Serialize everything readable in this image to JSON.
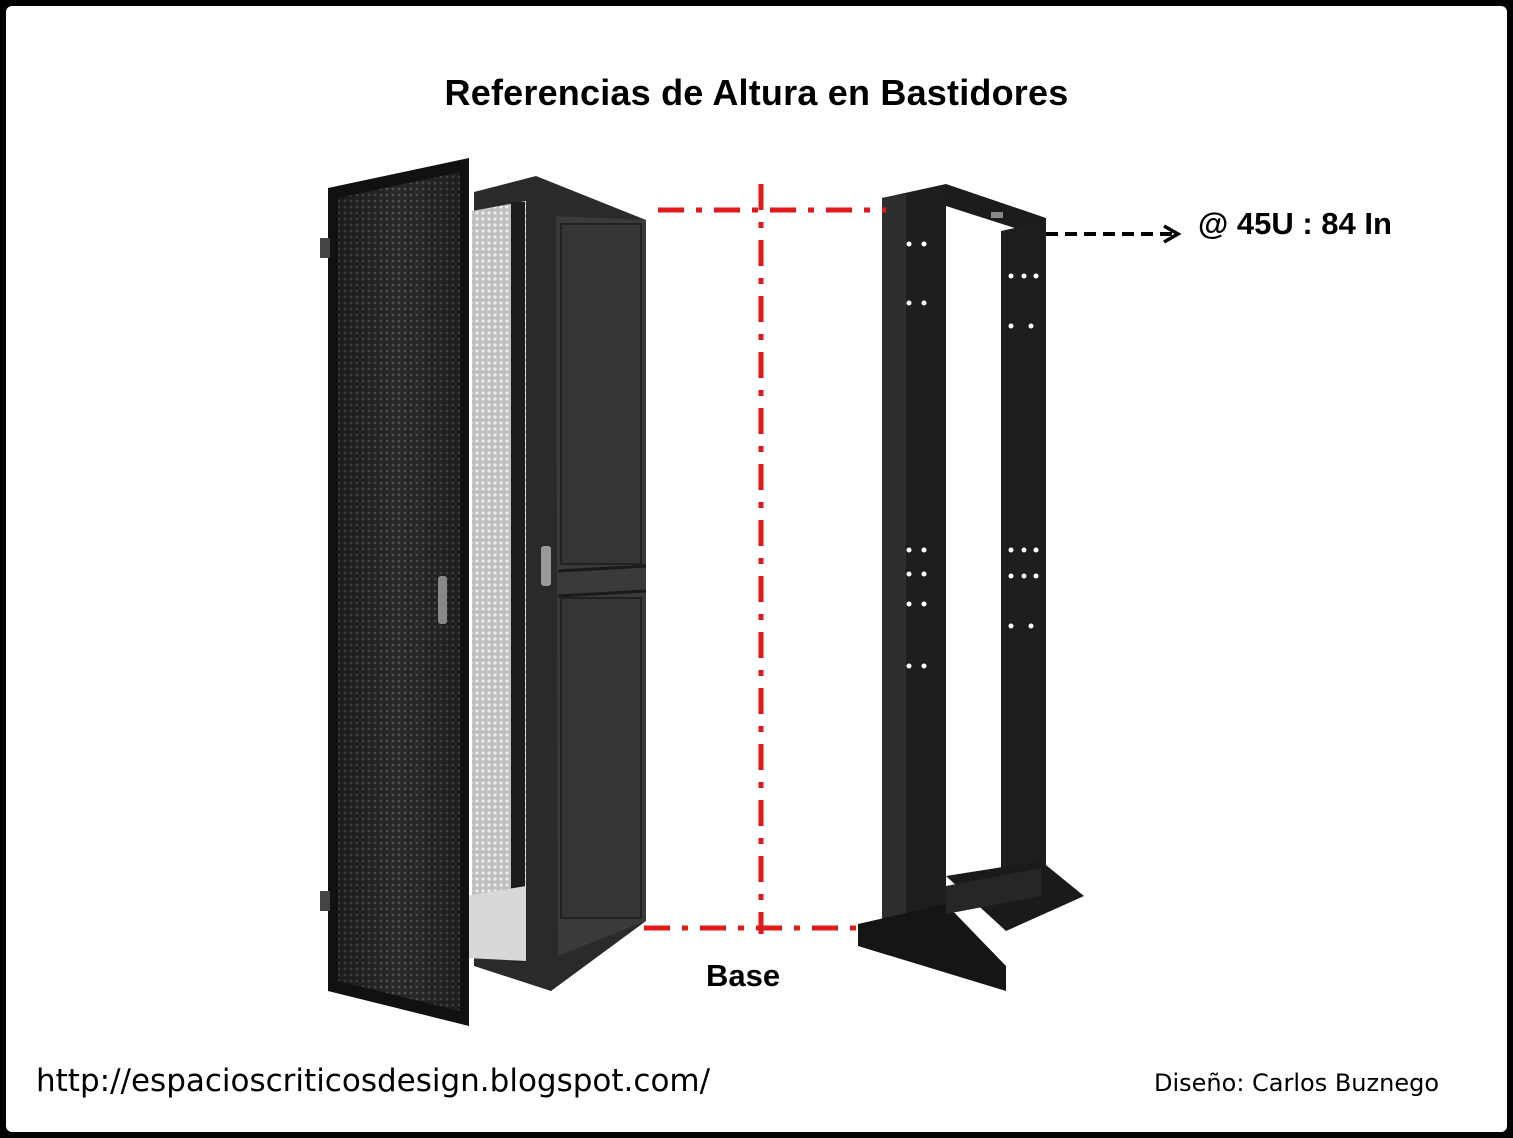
{
  "title": "Referencias de Altura en Bastidores",
  "height_reference": "@ 45U : 84 In",
  "base_label": "Base",
  "footer": {
    "url": "http://espacioscriticosdesign.blogspot.com/",
    "credit": "Diseño: Carlos Buznego"
  },
  "colors": {
    "reference_lines": "#e01a1a",
    "rack_metal": "#1a1a1a",
    "frame_border": "#000000"
  },
  "illustrations": {
    "left": "enclosed-rack-cabinet",
    "right": "open-two-post-rack"
  }
}
